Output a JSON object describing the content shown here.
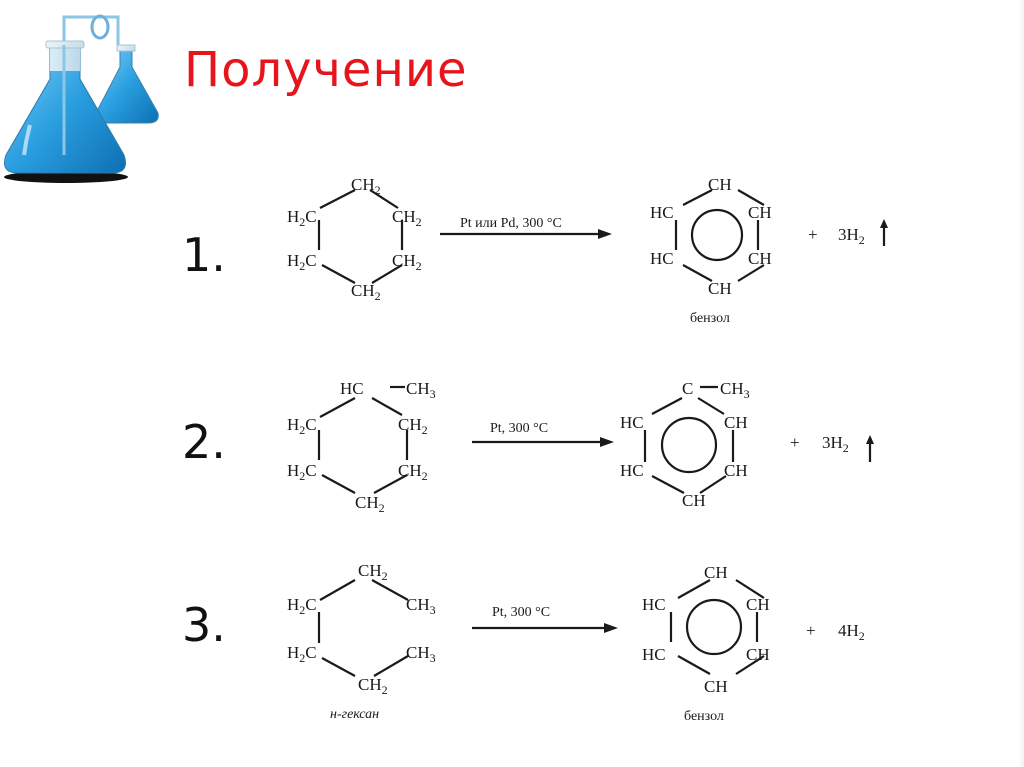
{
  "title": "Получение",
  "title_color": "#e8141c",
  "icon": "chemistry-flasks-icon",
  "reactions": [
    {
      "number": "1.",
      "reactant": {
        "atoms": [
          "CH2",
          "H2C",
          "CH2",
          "H2C",
          "CH2",
          "CH2"
        ],
        "name": ""
      },
      "condition": "Pt или Pd,  300 °C",
      "product": {
        "atoms": [
          "CH",
          "HC",
          "CH",
          "HC",
          "CH",
          "CH"
        ],
        "name": "бензол"
      },
      "plus": "+",
      "byproduct": "3H2",
      "gas_arrow": true
    },
    {
      "number": "2.",
      "reactant": {
        "atoms": [
          "HC—CH3",
          "H2C",
          "CH2",
          "H2C",
          "CH2",
          "CH2"
        ],
        "name": ""
      },
      "condition": "Pt, 300 °C",
      "product": {
        "atoms": [
          "C—CH3",
          "HC",
          "CH",
          "HC",
          "CH",
          "CH"
        ],
        "name": ""
      },
      "plus": "+",
      "byproduct": "3H2",
      "gas_arrow": true
    },
    {
      "number": "3.",
      "reactant": {
        "atoms": [
          "CH2",
          "H2C",
          "CH3",
          "H2C",
          "CH3",
          "CH2"
        ],
        "name": "н-гексан"
      },
      "condition": "Pt, 300 °C",
      "product": {
        "atoms": [
          "CH",
          "HC",
          "CH",
          "HC",
          "CH",
          "CH"
        ],
        "name": "бензол"
      },
      "plus": "+",
      "byproduct": "4H2",
      "gas_arrow": false
    }
  ]
}
